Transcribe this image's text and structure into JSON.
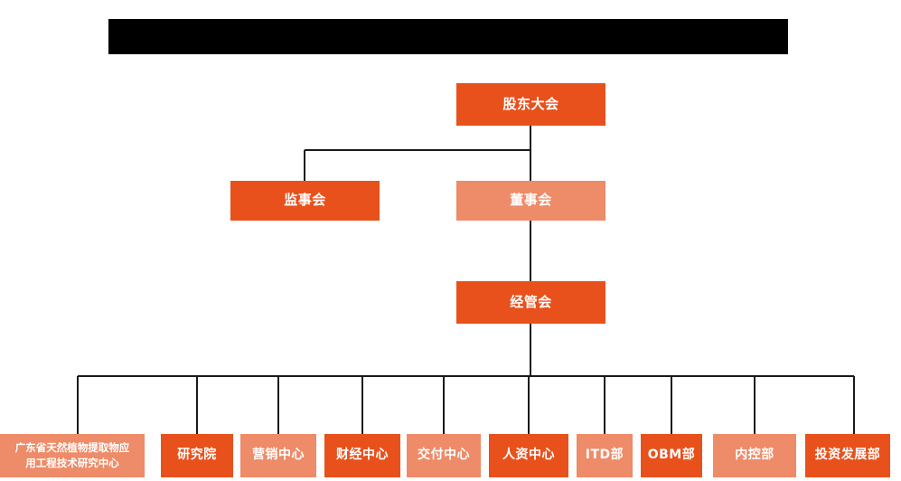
{
  "document": {
    "type": "organization-chart",
    "background_color": "#ffffff",
    "title_banner": {
      "label": "",
      "redacted": true,
      "color": "#000000"
    }
  },
  "palette": {
    "dark_orange": "#E8511C",
    "light_orange": "#EE8B68",
    "connector": "#1a1a1a",
    "text": "#ffffff"
  },
  "levels": {
    "shareholders": {
      "label": "股东大会",
      "tone": "dark"
    },
    "supervisors": {
      "label": "监事会",
      "tone": "dark"
    },
    "directors": {
      "label": "董事会",
      "tone": "light"
    },
    "management": {
      "label": "经管会",
      "tone": "dark"
    }
  },
  "departments": [
    {
      "label": "广东省天然植物提取物应\n用工程技术研究中心",
      "tone": "light",
      "multiline": true
    },
    {
      "label": "研究院",
      "tone": "dark",
      "multiline": false
    },
    {
      "label": "营销中心",
      "tone": "light",
      "multiline": false
    },
    {
      "label": "财经中心",
      "tone": "dark",
      "multiline": false
    },
    {
      "label": "交付中心",
      "tone": "light",
      "multiline": false
    },
    {
      "label": "人资中心",
      "tone": "dark",
      "multiline": false
    },
    {
      "label": "ITD部",
      "tone": "light",
      "multiline": false
    },
    {
      "label": "OBM部",
      "tone": "dark",
      "multiline": false
    },
    {
      "label": "内控部",
      "tone": "light",
      "multiline": false
    },
    {
      "label": "投资发展部",
      "tone": "dark",
      "multiline": false
    }
  ]
}
